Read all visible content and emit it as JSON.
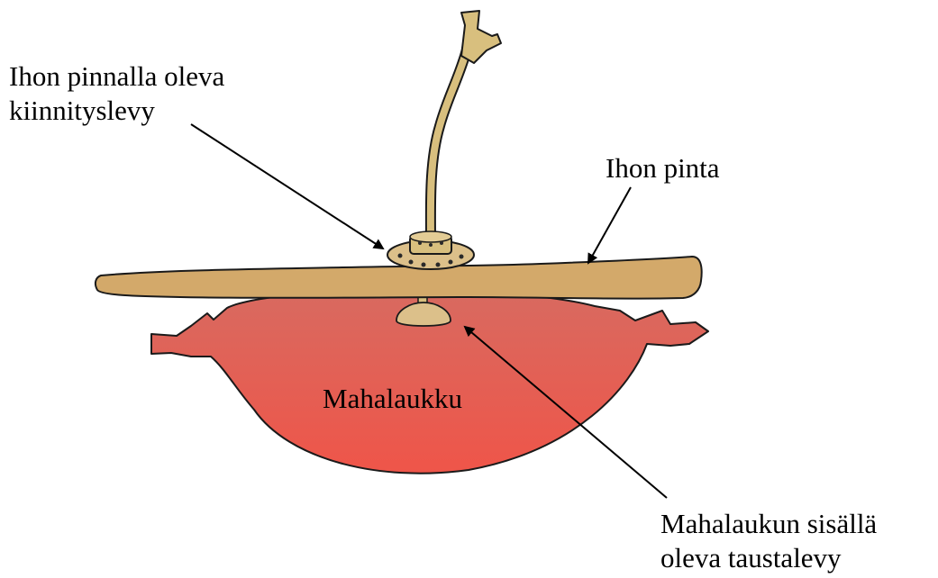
{
  "labels": {
    "external_plate_line1": "Ihon pinnalla oleva",
    "external_plate_line2": "kiinnityslevy",
    "skin_surface": "Ihon pinta",
    "stomach": "Mahalaukku",
    "internal_plate_line1": "Mahalaukun sisällä",
    "internal_plate_line2": "oleva taustalevy"
  },
  "colors": {
    "stomach": "#e2554f",
    "skin": "#d3a96a",
    "tube": "#d8bf7e",
    "outline": "#1a1a1a"
  }
}
